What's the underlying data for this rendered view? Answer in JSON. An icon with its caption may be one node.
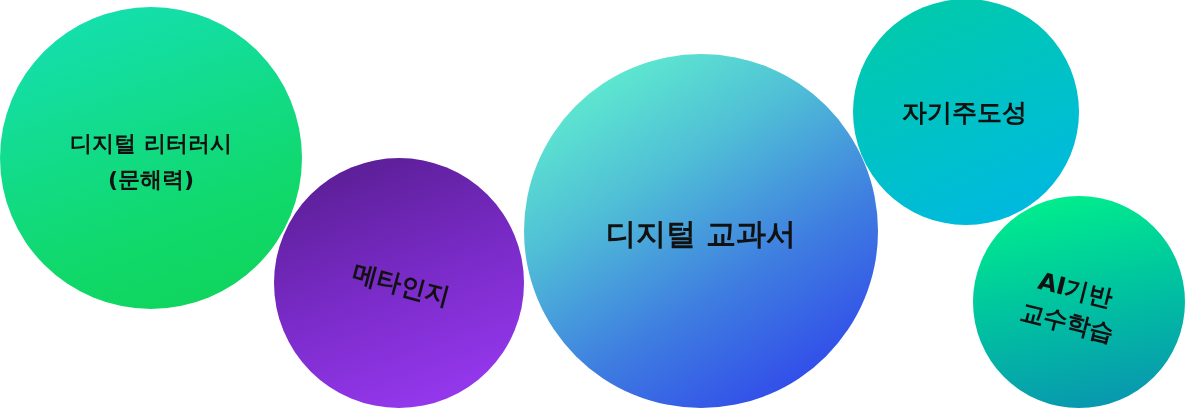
{
  "diagram": {
    "nodes": [
      {
        "text": [
          "디지털 리터러시 (문해력)"
        ]
      },
      {
        "text": [
          "메타인지"
        ]
      },
      {
        "text": [
          "디지털 교과서"
        ]
      },
      {
        "text": [
          "자기주도성"
        ]
      },
      {
        "text": [
          "AI기반 교수학습"
        ]
      }
    ]
  }
}
